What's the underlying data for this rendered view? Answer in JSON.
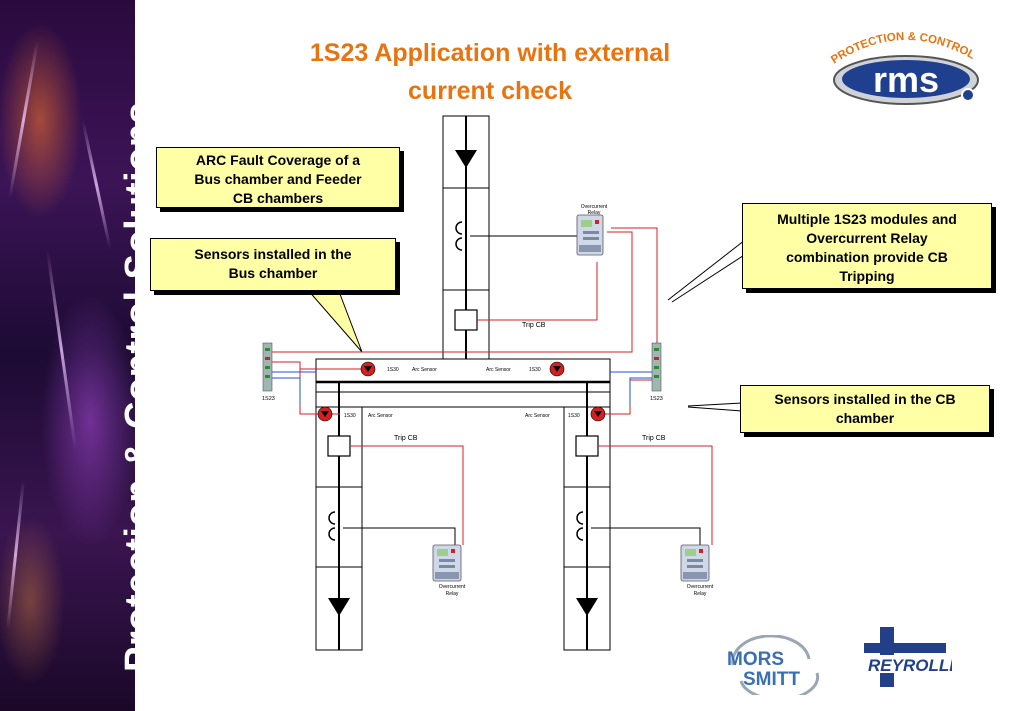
{
  "sidebar": {
    "text": "Protection & Control Solutions"
  },
  "title": {
    "line1": "1S23 Application with external",
    "line2": "current check"
  },
  "callouts": {
    "arc_fault": {
      "line1": "ARC Fault Coverage of a",
      "line2": "Bus chamber and Feeder",
      "line3": "CB chambers"
    },
    "bus_sensors": {
      "line1": "Sensors installed in the",
      "line2": "Bus chamber"
    },
    "multiple": {
      "line1": "Multiple 1S23 modules and",
      "line2": "Overcurrent Relay",
      "line3": "combination provide CB",
      "line4": "Tripping"
    },
    "cb_sensors": {
      "line1": "Sensors installed in the CB",
      "line2": "chamber"
    }
  },
  "diagram": {
    "module_left": "1S23",
    "module_right": "1S23",
    "trip_cb_top": "Trip CB",
    "trip_cb_left": "Trip CB",
    "trip_cb_right": "Trip CB",
    "bus_1s30_left": "1S30",
    "bus_arc_sensor_left": "Arc Sensor",
    "bus_arc_sensor_right": "Arc Sensor",
    "bus_1s30_right": "1S30",
    "cb_1s30_left": "1S30",
    "cb_arc_sensor_left": "Arc Sensor",
    "cb_arc_sensor_right": "Arc Sensor",
    "cb_1s30_right": "1S30",
    "relay_top_line1": "Overcurrent",
    "relay_top_line2": "Relay",
    "relay_left_line1": "Overcurrent",
    "relay_left_line2": "Relay",
    "relay_right_line1": "Overcurrent",
    "relay_right_line2": "Relay"
  },
  "logos": {
    "rms_arc": "PROTECTION & CONTROL",
    "rms": "rms",
    "mors_line1": "MORS",
    "mors_line2": "SMITT",
    "reyrolle": "REYROLLE"
  },
  "colors": {
    "title": "#e8730f",
    "callout_fill": "#ffffa6",
    "wire_red": "#d42020",
    "wire_blue": "#2050c8",
    "rms_blue": "#1f3f8f",
    "mors_blue": "#3a6fb4",
    "reyrolle_blue": "#223f8a"
  }
}
